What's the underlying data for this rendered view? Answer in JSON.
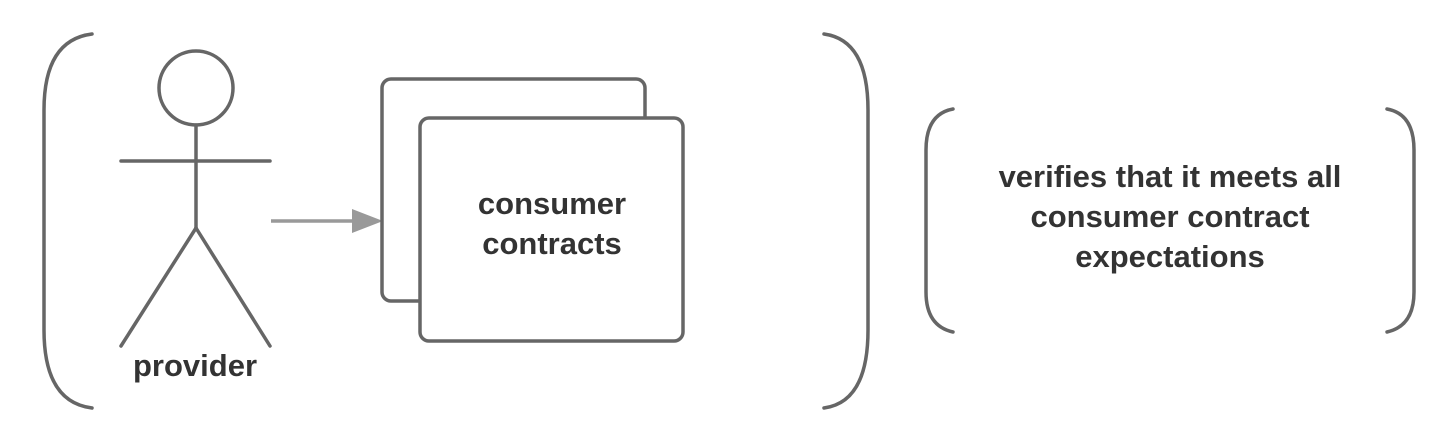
{
  "diagram": {
    "actor_label": "provider",
    "document_label_line1": "consumer",
    "document_label_line2": "contracts",
    "note_line1": "verifies that it meets all",
    "note_line2": "consumer contract",
    "note_line3": "expectations"
  },
  "colors": {
    "stroke": "#666666",
    "arrow": "#999999",
    "text": "#333333",
    "background": "#ffffff"
  }
}
